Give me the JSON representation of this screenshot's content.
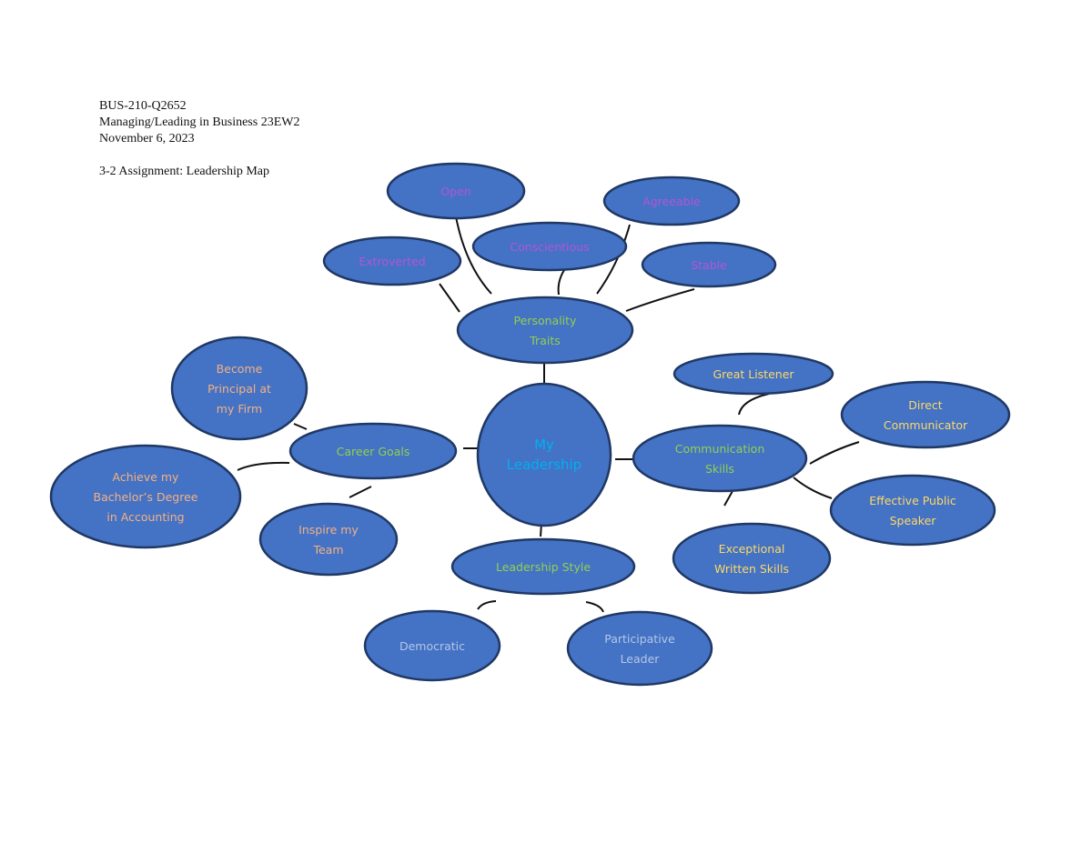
{
  "header": {
    "course": "BUS-210-Q2652",
    "class_name": "Managing/Leading in Business 23EW2",
    "date": "November 6, 2023",
    "assignment": "3-2 Assignment: Leadership Map"
  },
  "colors": {
    "node_fill": "#4472C4",
    "node_stroke": "#1F3864",
    "center_text": "#00B0F0",
    "category_text": "#92D050",
    "personality_text": "#B455D6",
    "career_text": "#F4B183",
    "communication_text": "#FFD966",
    "style_text": "#B4C7E7"
  },
  "center": {
    "lines": [
      "My",
      "Leadership"
    ]
  },
  "categories": {
    "personality": {
      "lines": [
        "Personality",
        "Traits"
      ]
    },
    "career": {
      "lines": [
        "Career Goals"
      ]
    },
    "communication": {
      "lines": [
        "Communication",
        "Skills"
      ]
    },
    "style": {
      "lines": [
        "Leadership Style"
      ]
    }
  },
  "personality_items": [
    {
      "lines": [
        "Open"
      ]
    },
    {
      "lines": [
        "Agreeable"
      ]
    },
    {
      "lines": [
        "Conscientious"
      ]
    },
    {
      "lines": [
        "Extroverted"
      ]
    },
    {
      "lines": [
        "Stable"
      ]
    }
  ],
  "career_items": [
    {
      "lines": [
        "Become",
        "Principal at",
        "my Firm"
      ]
    },
    {
      "lines": [
        "Achieve my",
        "Bachelor’s Degree",
        "in Accounting"
      ]
    },
    {
      "lines": [
        "Inspire my",
        "Team"
      ]
    }
  ],
  "communication_items": [
    {
      "lines": [
        "Great Listener"
      ]
    },
    {
      "lines": [
        "Direct",
        "Communicator"
      ]
    },
    {
      "lines": [
        "Effective Public",
        "Speaker"
      ]
    },
    {
      "lines": [
        "Exceptional",
        "Written Skills"
      ]
    }
  ],
  "style_items": [
    {
      "lines": [
        "Democratic"
      ]
    },
    {
      "lines": [
        "Participative",
        "Leader"
      ]
    }
  ]
}
